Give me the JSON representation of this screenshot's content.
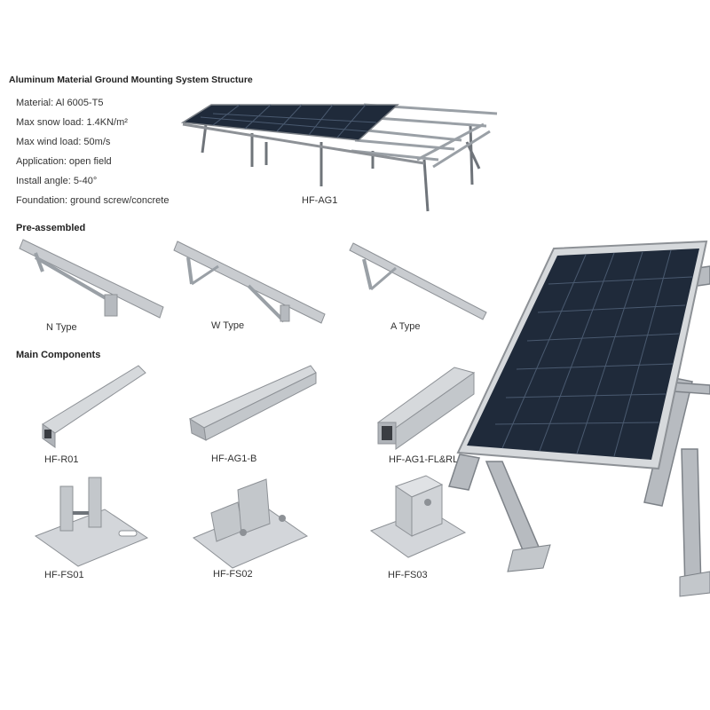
{
  "title": "Aluminum Material Ground Mounting System Structure",
  "specs": [
    "Material: Al 6005-T5",
    "Max snow load: 1.4KN/m²",
    "Max wind load: 50m/s",
    "Application: open field",
    "Install angle: 5-40°",
    "Foundation: ground screw/concrete"
  ],
  "main_structure_label": "HF-AG1",
  "pre_assembled": {
    "heading": "Pre-assembled",
    "items": [
      "N Type",
      "W Type",
      "A Type"
    ]
  },
  "main_components": {
    "heading": "Main Components",
    "rails": [
      "HF-R01",
      "HF-AG1-B",
      "HF-AG1-FL&RL"
    ],
    "feet": [
      "HF-FS01",
      "HF-FS02",
      "HF-FS03"
    ]
  },
  "colors": {
    "aluminum": "#c9ccd0",
    "aluminum_dark": "#8d9196",
    "panel": "#1f2a3a",
    "panel_cell": "#2c3a50"
  }
}
